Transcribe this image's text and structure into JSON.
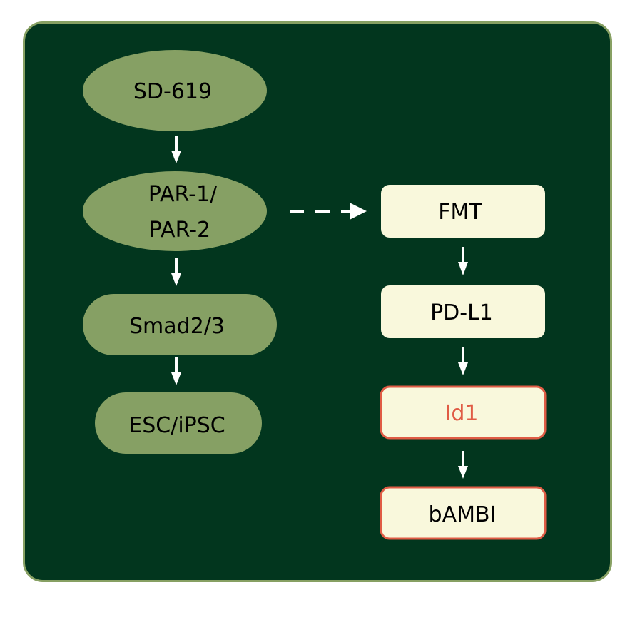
{
  "colors": {
    "background": "#02361e",
    "panel_border": "#87a063",
    "left_node_fill": "#86a064",
    "right_node_fill": "#f9f8dc",
    "highlight_border": "#e05c45",
    "highlight_text": "#e05c45",
    "text": "#000000",
    "arrow": "#ffffff"
  },
  "left_pathway": {
    "nodes": [
      {
        "id": "sd619",
        "label_lines": [
          "SD-619"
        ],
        "shape": "ellipse"
      },
      {
        "id": "par",
        "label_lines": [
          "PAR-1/",
          "PAR-2"
        ],
        "shape": "ellipse"
      },
      {
        "id": "smad",
        "label_lines": [
          "Smad2/3"
        ],
        "shape": "pill"
      },
      {
        "id": "esc",
        "label_lines": [
          "ESC/iPSC"
        ],
        "shape": "pill"
      }
    ]
  },
  "right_pathway": {
    "nodes": [
      {
        "id": "fmt",
        "label_lines": [
          "FMT"
        ],
        "highlighted": false,
        "text_highlighted": false
      },
      {
        "id": "pdl1",
        "label_lines": [
          "PD-L1"
        ],
        "highlighted": false,
        "text_highlighted": false
      },
      {
        "id": "id1",
        "label_lines": [
          "Id1"
        ],
        "highlighted": true,
        "text_highlighted": true
      },
      {
        "id": "bambi",
        "label_lines": [
          "bAMBI"
        ],
        "highlighted": true,
        "text_highlighted": false
      }
    ]
  },
  "edges": [
    {
      "from": "sd619",
      "to": "par",
      "style": "solid"
    },
    {
      "from": "par",
      "to": "smad",
      "style": "solid"
    },
    {
      "from": "smad",
      "to": "esc",
      "style": "solid"
    },
    {
      "from": "par",
      "to": "fmt",
      "style": "dashed"
    },
    {
      "from": "fmt",
      "to": "pdl1",
      "style": "solid"
    },
    {
      "from": "pdl1",
      "to": "id1",
      "style": "solid"
    },
    {
      "from": "id1",
      "to": "bambi",
      "style": "solid"
    }
  ]
}
